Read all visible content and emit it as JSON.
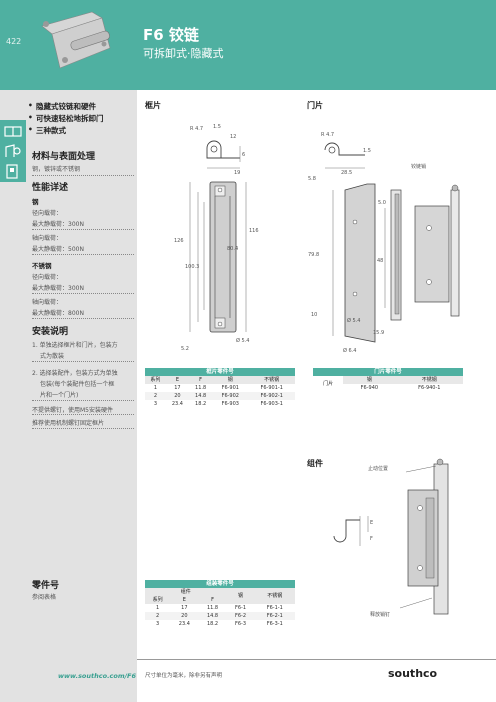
{
  "header": {
    "page_number": "422",
    "title": "F6 铰链",
    "subtitle": "可拆卸式·隐藏式"
  },
  "colors": {
    "accent": "#4fb0a1",
    "sidebar": "#e2e2e2"
  },
  "icons": [
    "hinge-icon",
    "door-icon",
    "door-panel-icon"
  ],
  "features": [
    "隐藏式铰链和硬件",
    "可快速轻松地拆卸门",
    "三种款式"
  ],
  "materials": {
    "heading": "材料与表面处理",
    "text": "钢，镀锌或不锈钢"
  },
  "specs": {
    "heading": "性能详述",
    "steel": {
      "label": "钢",
      "radial": "径向载荷：",
      "radial_val": "最大静载荷：300N",
      "axial": "轴向载荷：",
      "axial_val": "最大静载荷：500N"
    },
    "stainless": {
      "label": "不锈钢",
      "radial": "径向载荷：",
      "radial_val": "最大静载荷：300N",
      "axial": "轴向载荷：",
      "axial_val": "最大静载荷：800N"
    }
  },
  "install": {
    "heading": "安装说明",
    "step1": "1. 单独选择框片和门片，包装方",
    "step1b": "式为散装",
    "step2": "2. 选择装配件，包装方式为单独",
    "step2b": "包装(每个装配件包括一个框",
    "step2c": "片和一个门片)",
    "note1": "不提供螺钉，使用M5安装硬件",
    "note2": "推荐使用机制螺钉固定框片"
  },
  "part_no": {
    "heading": "零件号",
    "text": "参阅表格"
  },
  "sections": {
    "frame": "框片",
    "door": "门片",
    "assembly": "组件"
  },
  "frame_dims": {
    "r": "R 4.7",
    "a": "1.5",
    "b": "12",
    "c": "6",
    "d": "19",
    "e": "126",
    "f": "80.4",
    "g": "100.3",
    "h": "116",
    "i": "5.2",
    "j": "Ø 5.4"
  },
  "door_dims": {
    "r": "R 4.7",
    "a": "1.5",
    "b": "28.5",
    "c": "5.8",
    "d": "5.0",
    "e": "79.8",
    "f": "48",
    "g": "10",
    "h": "Ø 5.4",
    "i": "15.9",
    "j": "Ø 6.4",
    "k": "铰链销"
  },
  "assembly_labels": {
    "stop": "止动位置",
    "release": "释放销钉",
    "e": "E",
    "f": "F"
  },
  "frame_table": {
    "title": "框片零件号",
    "headers": [
      "系列",
      "E",
      "F",
      "钢",
      "不锈钢"
    ],
    "rows": [
      [
        "1",
        "17",
        "11.8",
        "F6-901",
        "F6-901-1"
      ],
      [
        "2",
        "20",
        "14.8",
        "F6-902",
        "F6-902-1"
      ],
      [
        "3",
        "23.4",
        "18.2",
        "F6-903",
        "F6-903-1"
      ]
    ]
  },
  "door_table": {
    "title": "门片零件号",
    "row_label": "门片",
    "headers": [
      "钢",
      "不锈钢"
    ],
    "row": [
      "F6-940",
      "F6-940-1"
    ]
  },
  "assembly_table": {
    "title": "组装零件号",
    "group": "组件",
    "headers": [
      "系列",
      "E",
      "F",
      "钢",
      "不锈钢"
    ],
    "rows": [
      [
        "1",
        "17",
        "11.8",
        "F6-1",
        "F6-1-1"
      ],
      [
        "2",
        "20",
        "14.8",
        "F6-2",
        "F6-2-1"
      ],
      [
        "3",
        "23.4",
        "18.2",
        "F6-3",
        "F6-3-1"
      ]
    ]
  },
  "footer": {
    "url": "www.southco.com/F6",
    "note": "尺寸单位为毫米，除非另有声明",
    "brand": "southco"
  }
}
